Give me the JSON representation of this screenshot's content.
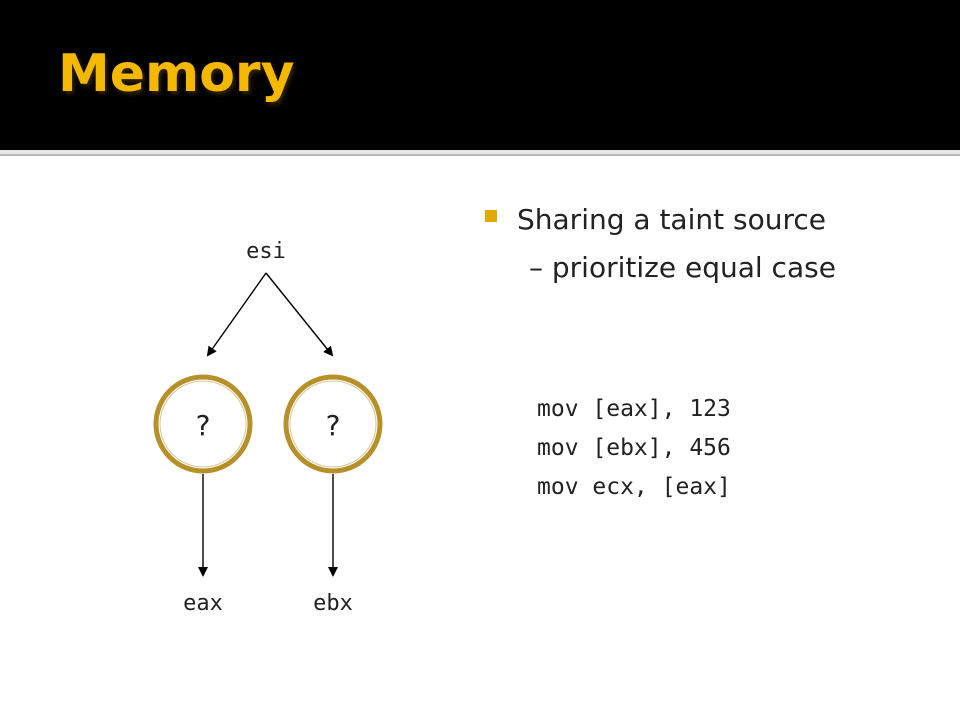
{
  "slide": {
    "title": "Memory",
    "title_color": "#f5b800",
    "header_background": "#000000"
  },
  "diagram": {
    "source_label": "esi",
    "nodes": [
      {
        "label": "?"
      },
      {
        "label": "?"
      }
    ],
    "outputs": [
      "eax",
      "ebx"
    ],
    "node_ring_color": "#b8902a",
    "arrow_color": "#000000"
  },
  "bullet": {
    "lines": [
      "Sharing a taint source",
      "– prioritize equal case"
    ],
    "marker_color": "#e0a800"
  },
  "code": {
    "lines": [
      "mov [eax], 123",
      "mov [ebx], 456",
      "mov ecx, [eax]"
    ]
  }
}
